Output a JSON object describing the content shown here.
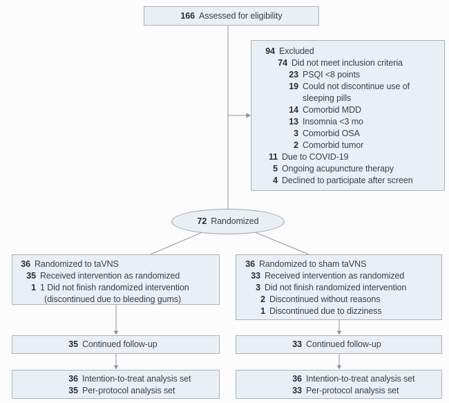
{
  "colors": {
    "background": "#fcfcfc",
    "box_fill": "#e9eff4",
    "box_border": "#a9b1b8",
    "connector": "#8b949c",
    "text": "#3a4149",
    "number_text": "#242e3a"
  },
  "top_box": {
    "num": "166",
    "label": "Assessed for eligibility"
  },
  "excluded_box": {
    "lines": [
      {
        "num": "94",
        "text": "Excluded",
        "w": 17
      },
      {
        "num": "74",
        "text": "Did not meet inclusion criteria",
        "w": 35
      },
      {
        "num": "23",
        "text": "PSQI <8 points",
        "w": 51
      },
      {
        "num": "19",
        "text": "Could not discontinue use of sleeping pills",
        "w": 51
      },
      {
        "num": "14",
        "text": "Comorbid MDD",
        "w": 51
      },
      {
        "num": "13",
        "text": "Insomnia <3 mo",
        "w": 51
      },
      {
        "num": "3",
        "text": "Comorbid OSA",
        "w": 51
      },
      {
        "num": "2",
        "text": "Comorbid tumor",
        "w": 51
      },
      {
        "num": "11",
        "text": "Due to COVID-19",
        "w": 21
      },
      {
        "num": "5",
        "text": "Ongoing acupuncture therapy",
        "w": 21
      },
      {
        "num": "4",
        "text": "Declined to participate after screen",
        "w": 21
      }
    ]
  },
  "randomized_ellipse": {
    "num": "72",
    "label": "Randomized"
  },
  "tavns_box": {
    "lines": [
      {
        "num": "36",
        "text": "Randomized to taVNS",
        "w": 14
      },
      {
        "num": "35",
        "text": "Received intervention as randomized",
        "w": 22
      },
      {
        "num": "1",
        "text": "1 Did not finish randomized intervention",
        "w": 22
      },
      {
        "num": "",
        "text": "(discontinued due to bleeding gums)",
        "w": 28
      }
    ]
  },
  "sham_box": {
    "lines": [
      {
        "num": "36",
        "text": "Randomized to sham taVNS",
        "w": 14
      },
      {
        "num": "33",
        "text": "Received intervention as randomized",
        "w": 22
      },
      {
        "num": "3",
        "text": "Did not finish randomized intervention",
        "w": 22
      },
      {
        "num": "2",
        "text": "Discontinued without reasons",
        "w": 29
      },
      {
        "num": "1",
        "text": "Discontinued due to dizziness",
        "w": 29
      }
    ]
  },
  "followup_left": {
    "num": "35",
    "label": "Continued follow-up"
  },
  "followup_right": {
    "num": "33",
    "label": "Continued follow-up"
  },
  "analysis_left": {
    "lines": [
      {
        "num": "36",
        "text": "Intention-to-treat analysis set",
        "w": 18
      },
      {
        "num": "35",
        "text": "Per-protocol analysis set",
        "w": 18
      }
    ]
  },
  "analysis_right": {
    "lines": [
      {
        "num": "36",
        "text": "Intention-to-treat analysis set",
        "w": 18
      },
      {
        "num": "33",
        "text": "Per-protocol analysis set",
        "w": 18
      }
    ]
  }
}
